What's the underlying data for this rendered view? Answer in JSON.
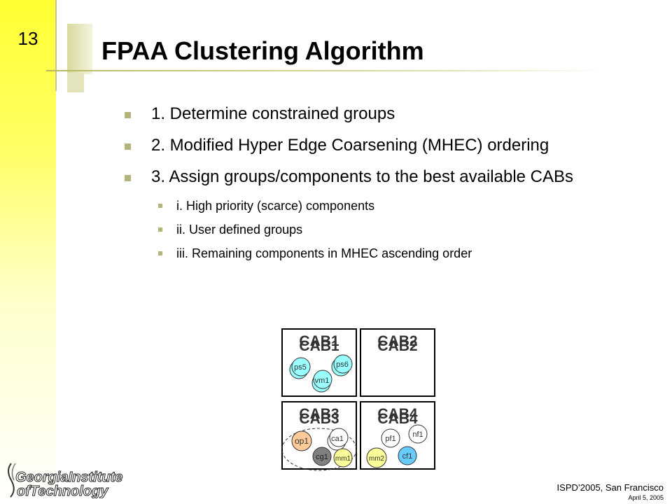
{
  "slide": {
    "number": "13",
    "title": "FPAA Clustering Algorithm",
    "bullets": [
      "1. Determine constrained groups",
      "2. Modified Hyper Edge Coarsening (MHEC) ordering",
      "3. Assign groups/components to the best available CABs"
    ],
    "subbullets": [
      "i. High priority (scarce) components",
      "ii. User defined groups",
      "iii. Remaining components in MHEC ascending order"
    ]
  },
  "diagram": {
    "cabs": [
      "CAB1",
      "CAB2",
      "CAB3",
      "CAB4"
    ],
    "nodes": {
      "ps5": "ps5",
      "ps6": "ps6",
      "vm1": "vm1",
      "op1": "op1",
      "ca1": "ca1",
      "cg1": "cg1",
      "mm1": "mm1",
      "pf1": "pf1",
      "nf1": "nf1",
      "mm2": "mm2",
      "cf1": "cf1"
    }
  },
  "footer": {
    "logo_line1": "GeorgiaInstitute",
    "logo_line2": "ofTechnology",
    "conference": "ISPD’2005, San Francisco",
    "date": "April 5, 2005"
  },
  "colors": {
    "accent_yellow": "#ffff33",
    "bullet": "#b4b47a",
    "node_cyan": "#99ffff",
    "node_blue": "#66ccff",
    "node_yellow": "#ffff99",
    "node_orange": "#ffcc99",
    "node_gray": "#808080"
  }
}
